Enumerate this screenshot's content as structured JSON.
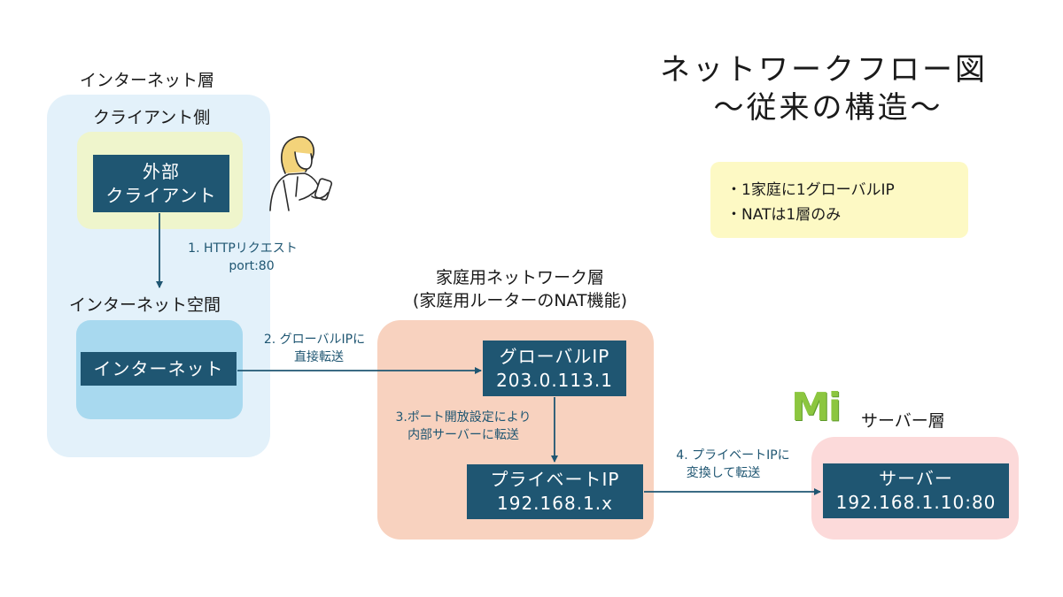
{
  "title": {
    "line1": "ネットワークフロー図",
    "line2": "～従来の構造～"
  },
  "notes": [
    "・1家庭に1グローバルIP",
    "・NATは1層のみ"
  ],
  "internet_layer": {
    "label": "インターネット層",
    "client_side": {
      "label": "クライアント側",
      "box_line1": "外部",
      "box_line2": "クライアント"
    },
    "internet_space": {
      "label": "インターネット空間",
      "box": "インターネット"
    }
  },
  "home_layer": {
    "label_line1": "家庭用ネットワーク層",
    "label_line2": "(家庭用ルーターのNAT機能)",
    "global_ip": {
      "line1": "グローバルIP",
      "line2": "203.0.113.1"
    },
    "private_ip": {
      "line1": "プライベートIP",
      "line2": "192.168.1.x"
    }
  },
  "server_layer": {
    "logo_text": "Mi",
    "label": "サーバー層",
    "server": {
      "line1": "サーバー",
      "line2": "192.168.1.10:80"
    }
  },
  "edges": {
    "e1": {
      "line1": "1. HTTPリクエスト",
      "line2": "port:80"
    },
    "e2": {
      "line1": "2. グローバルIPに",
      "line2": "直接転送"
    },
    "e3": {
      "line1": "3.ポート開放設定により",
      "line2": "内部サーバーに転送"
    },
    "e4": {
      "line1": "4. プライベートIPに",
      "line2": "変換して転送"
    }
  },
  "colors": {
    "box": "#1f5672",
    "internet_region": "#e3f1fa",
    "client_region": "#eff5cc",
    "internet_space_region": "#a8d9ef",
    "home_region": "#f8d2bf",
    "server_region": "#fcdada",
    "note": "#fdf9c4",
    "arrow": "#1f5672"
  }
}
